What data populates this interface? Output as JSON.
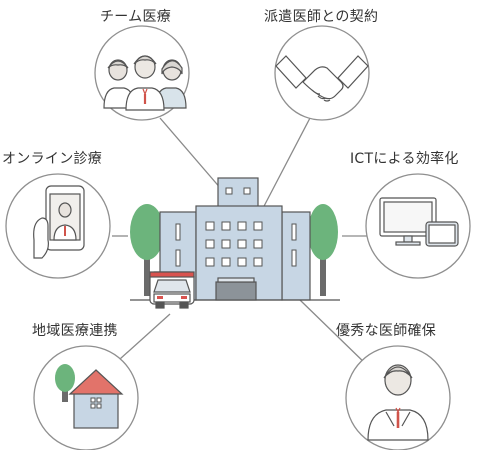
{
  "nodes": {
    "team": {
      "label": "チーム医療",
      "icon": "medical-team-icon"
    },
    "contract": {
      "label": "派遣医師との契約",
      "icon": "handshake-icon"
    },
    "online": {
      "label": "オンライン診療",
      "icon": "smartphone-doctor-icon"
    },
    "ict": {
      "label": "ICTによる効率化",
      "icon": "monitor-tablet-icon"
    },
    "regional": {
      "label": "地域医療連携",
      "icon": "house-tree-icon"
    },
    "doctor": {
      "label": "優秀な医師確保",
      "icon": "doctor-icon"
    }
  },
  "center": {
    "icon": "hospital-icon"
  },
  "colors": {
    "line": "#8a8a8a",
    "circle_stroke": "#8f8f8f",
    "building": "#c7d6e4",
    "tree": "#6cb47c",
    "roof": "#e2736a",
    "tie": "#d0534a",
    "ambulance_red": "#d9534f"
  }
}
